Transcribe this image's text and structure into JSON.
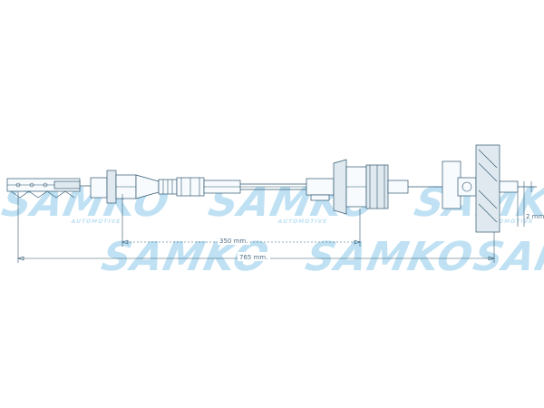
{
  "watermark": {
    "brand": "SAMKO",
    "tagline": "AUTOMOTIVE"
  },
  "dimensions": {
    "inner_length": "350 mm.",
    "total_length": "765 mm.",
    "play": "2 mm."
  },
  "colors": {
    "line": "#2f566f",
    "watermark": "#bfe1f3"
  }
}
